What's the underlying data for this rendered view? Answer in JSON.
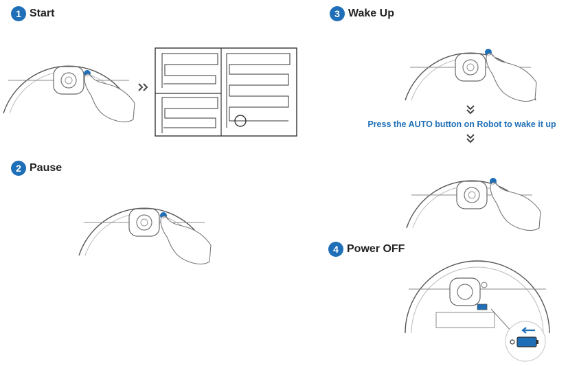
{
  "steps": [
    {
      "number": "1",
      "title": "Start"
    },
    {
      "number": "2",
      "title": "Pause"
    },
    {
      "number": "3",
      "title": "Wake Up"
    },
    {
      "number": "4",
      "title": "Power OFF"
    }
  ],
  "wake_caption": "Press the AUTO button on Robot to wake it up",
  "colors": {
    "accent": "#1e6fb8",
    "line": "#555555",
    "light": "#bbbbbb"
  },
  "icons": [
    "robot-vacuum-icon",
    "hand-pointer-icon",
    "auto-button-icon",
    "cleaning-path-map-icon",
    "double-chevron-right-icon",
    "double-chevron-down-icon",
    "power-switch-icon",
    "arrow-left-icon"
  ]
}
